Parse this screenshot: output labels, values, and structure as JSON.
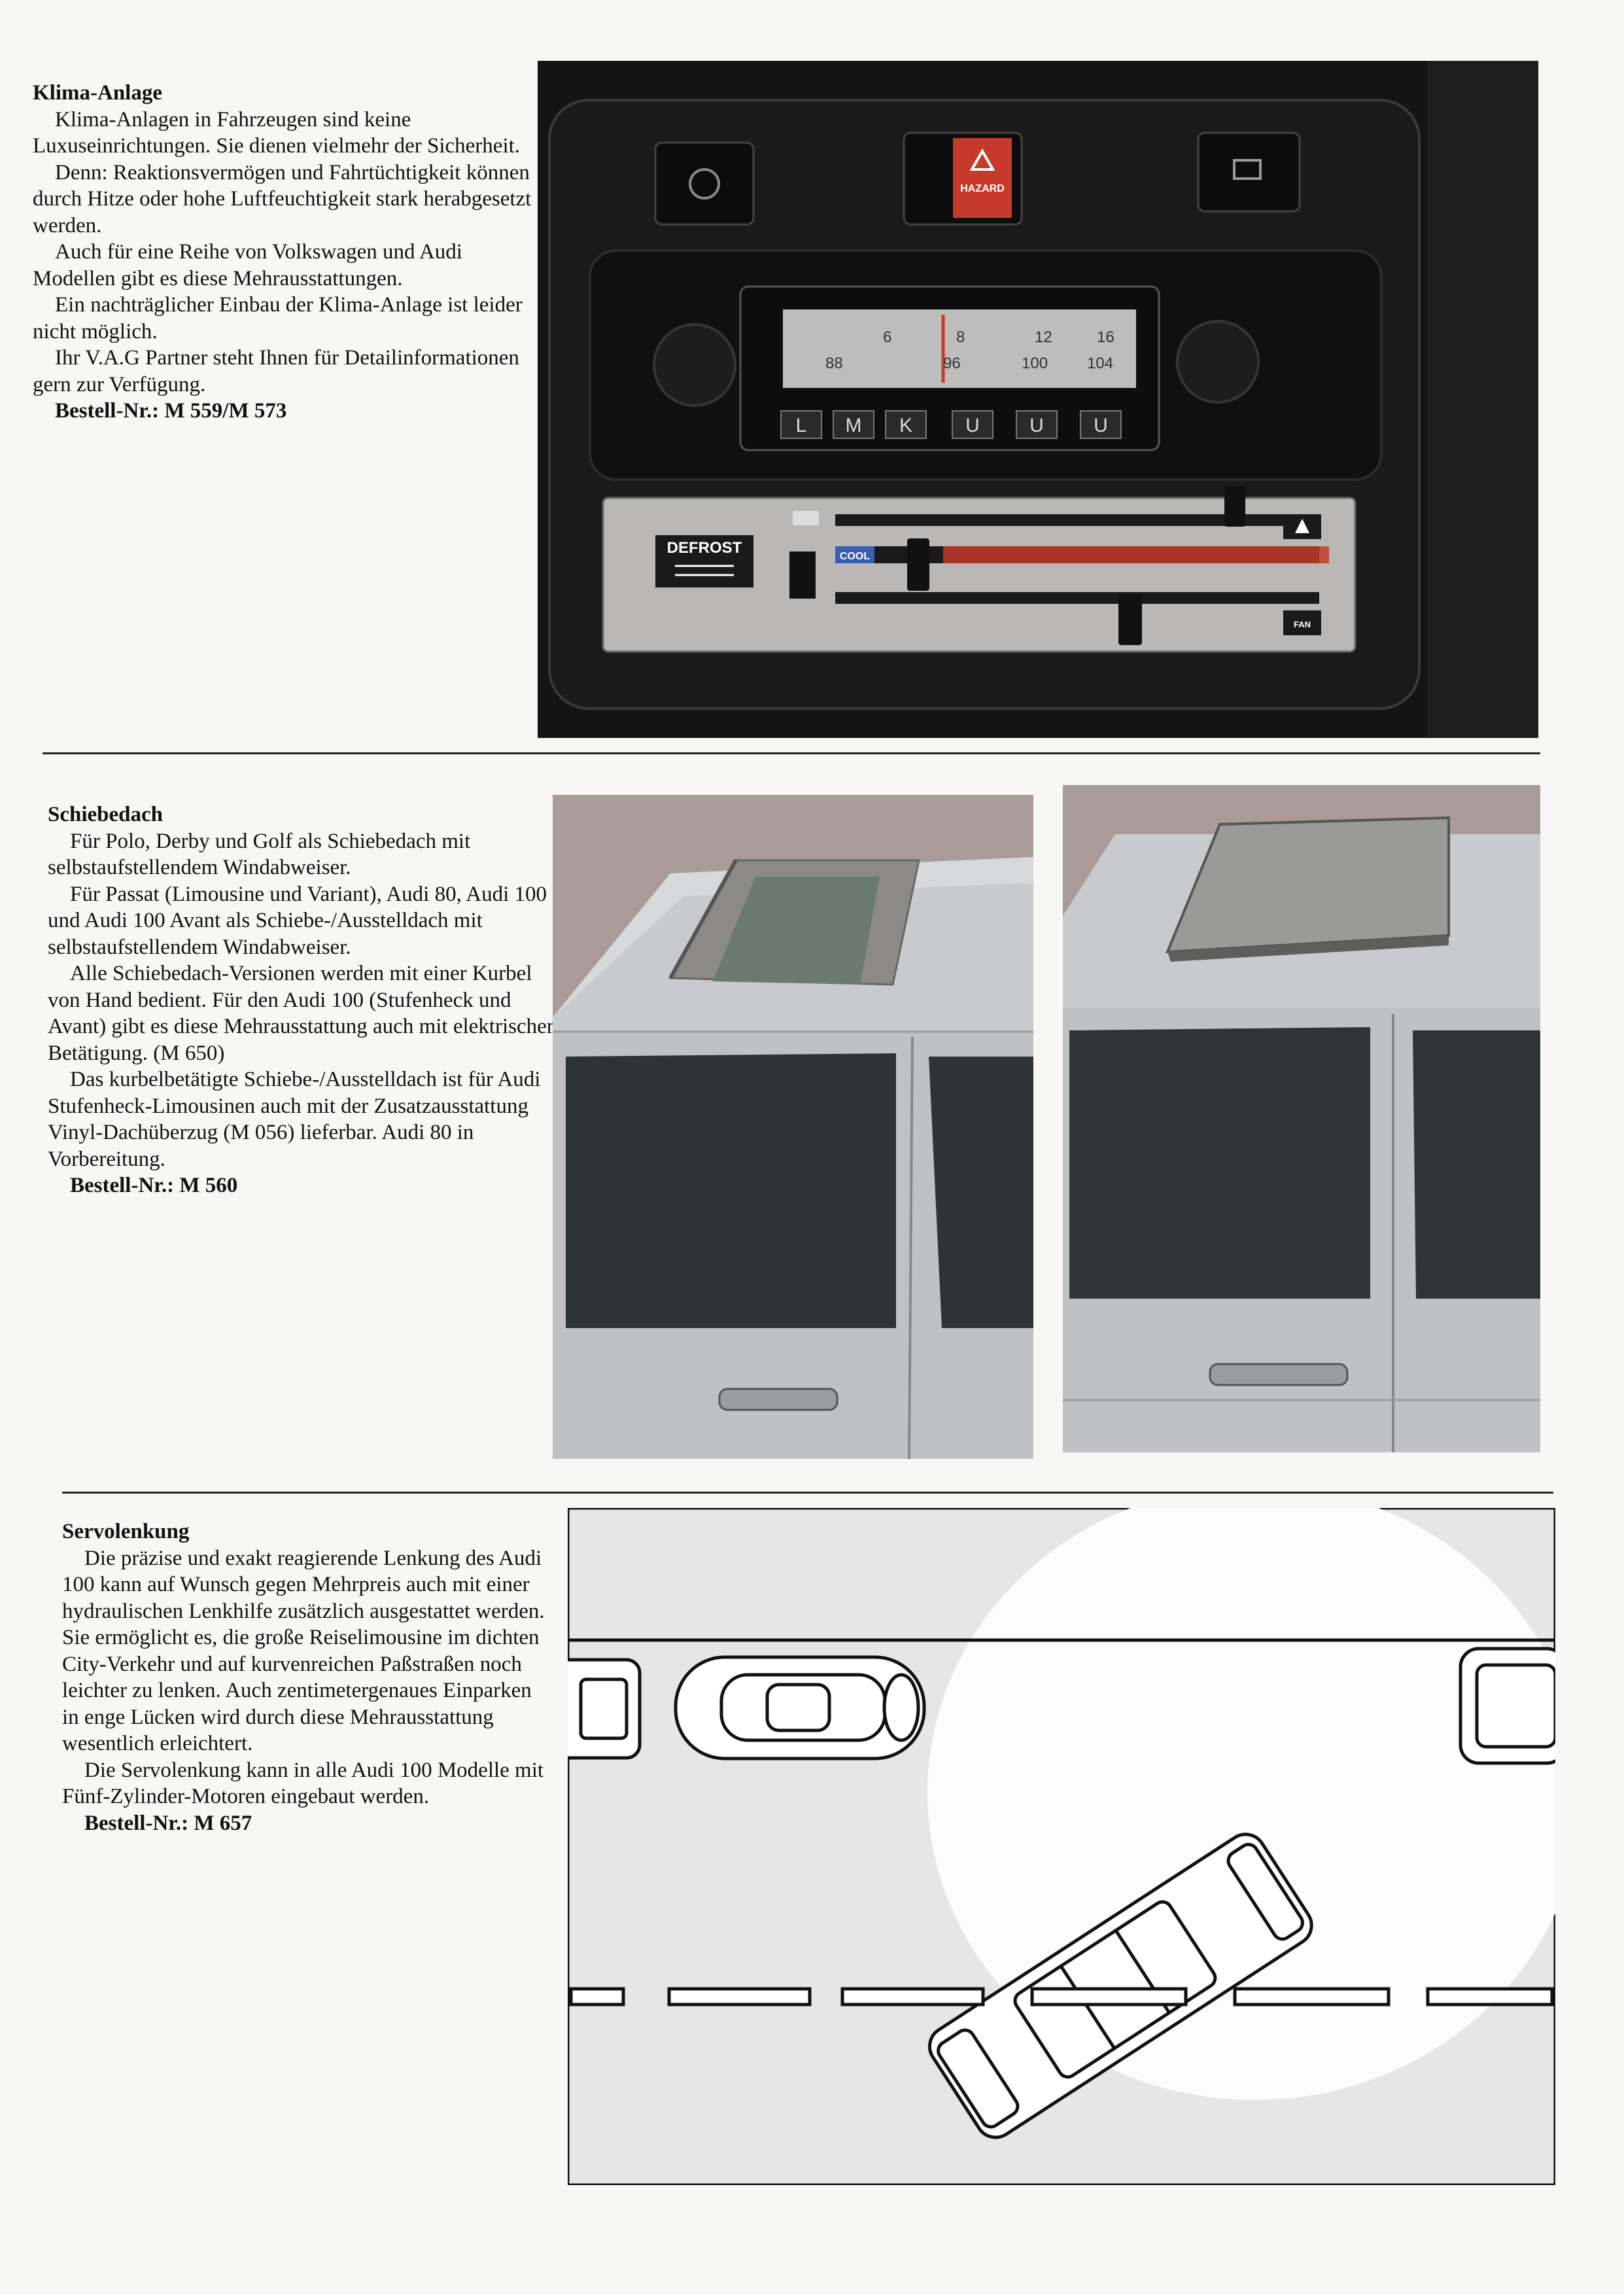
{
  "sections": {
    "klima": {
      "heading": "Klima-Anlage",
      "paragraphs": [
        "Klima-Anlagen in Fahrzeugen sind keine Luxuseinrichtungen. Sie dienen vielmehr der Sicherheit.",
        "Denn: Reaktionsvermögen und Fahrtüchtigkeit können durch Hitze oder hohe Luftfeuchtigkeit stark herabgesetzt werden.",
        "Auch für eine Reihe von Volkswagen und Audi Modellen gibt es diese Mehrausstattungen.",
        "Ein nachträglicher Einbau der Klima-Anlage ist leider nicht möglich.",
        "Ihr V.A.G Partner steht Ihnen für Detailinformationen gern zur Verfügung."
      ],
      "order": "Bestell-Nr.: M 559/M 573"
    },
    "schiebedach": {
      "heading": "Schiebedach",
      "paragraphs": [
        "Für Polo, Derby und Golf als Schiebedach mit selbstaufstellendem Windabweiser.",
        "Für Passat (Limousine und Variant), Audi 80, Audi 100 und Audi 100 Avant als Schiebe-/Ausstelldach mit selbstaufstellendem Windabweiser.",
        "Alle Schiebedach-Versionen werden mit einer Kurbel von Hand bedient. Für den Audi 100 (Stufenheck und Avant) gibt es diese Mehrausstattung auch mit elektrischer Betätigung. (M 650)",
        "Das kurbelbetätigte Schiebe-/Ausstelldach ist für Audi Stufenheck-Limousinen auch mit der Zusatzausstattung Vinyl-Dachüberzug (M 056) lieferbar. Audi 80 in Vorbereitung."
      ],
      "order": "Bestell-Nr.: M 560"
    },
    "servo": {
      "heading": "Servolenkung",
      "paragraphs": [
        "Die präzise und exakt reagierende Lenkung des Audi 100 kann auf Wunsch gegen Mehrpreis auch mit einer hydraulischen Lenkhilfe zusätzlich ausgestattet werden. Sie ermöglicht es, die große Reiselimousine im dichten City-Verkehr und auf kurvenreichen Paßstraßen noch leichter zu lenken. Auch zentimetergenaues Einparken in enge Lücken wird durch diese Mehrausstattung wesentlich erleichtert.",
        "Die Servolenkung kann in alle Audi 100 Modelle mit Fünf-Zylinder-Motoren eingebaut werden."
      ],
      "order": "Bestell-Nr.: M 657"
    }
  },
  "dashboard": {
    "hazard_label": "HAZARD",
    "radio_buttons": [
      "L",
      "M",
      "K",
      "U",
      "U",
      "U"
    ],
    "dial_numbers": [
      "6",
      "8",
      "12",
      "16",
      "88",
      "96",
      "100",
      "104"
    ],
    "defrost_label": "DEFROST",
    "cool_label": "COOL",
    "fan_label": "FAN"
  },
  "colors": {
    "hazard_red": "#c63a2c",
    "dash_black": "#141414",
    "panel_silver": "#b9b8b6",
    "car_silver": "#c8cacd",
    "sky_mauve": "#a89b98"
  }
}
